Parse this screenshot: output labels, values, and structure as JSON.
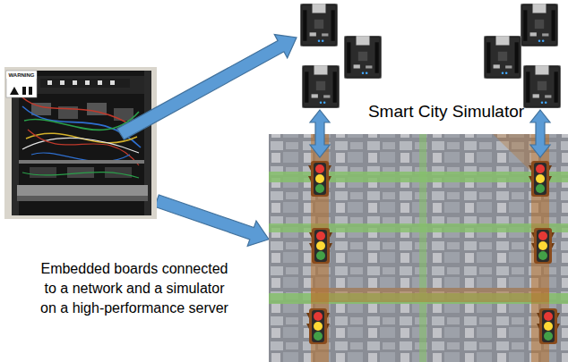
{
  "diagram": {
    "nodes": [
      {
        "text": [
          "WARNING"
        ]
      },
      {
        "text": [
          "Smart City Simulator"
        ]
      }
    ],
    "edges": [
      {
        "from": 0,
        "to": 1,
        "arrow": "to"
      }
    ],
    "labels": [
      "Embedded boards connected to a network and a simulator on a high-performance server"
    ]
  }
}
